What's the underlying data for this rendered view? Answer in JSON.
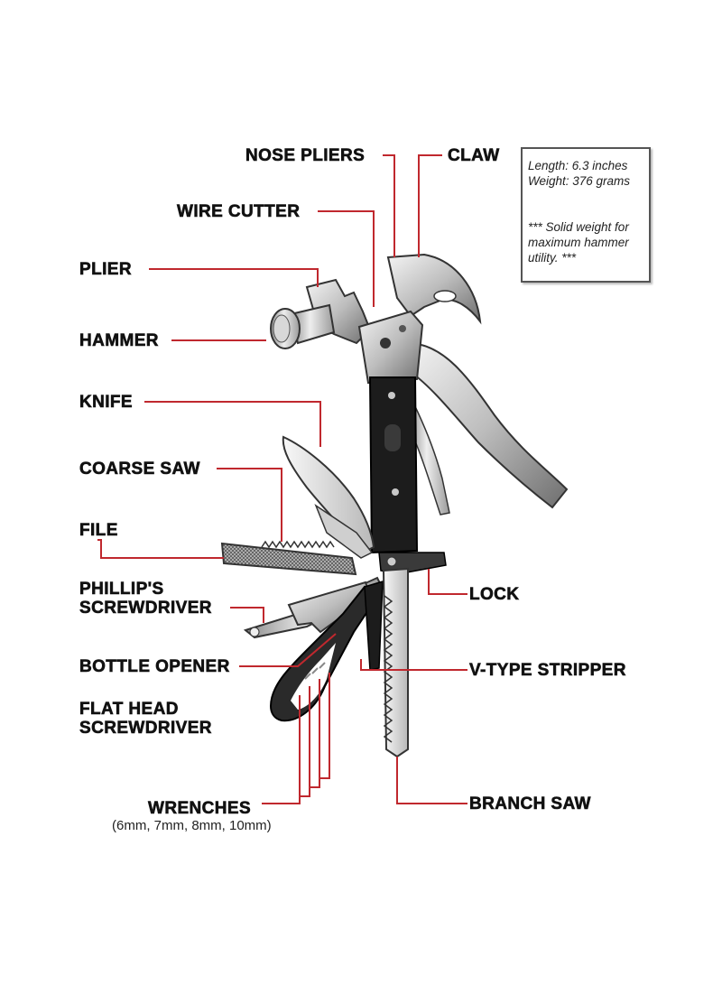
{
  "labels": {
    "nose_pliers": "NOSE PLIERS",
    "claw": "CLAW",
    "wire_cutter": "WIRE CUTTER",
    "plier": "PLIER",
    "hammer": "HAMMER",
    "knife": "KNIFE",
    "coarse_saw": "COARSE SAW",
    "file": "FILE",
    "phillips_line1": "PHILLIP'S",
    "phillips_line2": "SCREWDRIVER",
    "bottle_opener": "BOTTLE OPENER",
    "flat_head_line1": "FLAT HEAD",
    "flat_head_line2": "SCREWDRIVER",
    "wrenches": "WRENCHES",
    "wrenches_sizes": "(6mm, 7mm, 8mm, 10mm)",
    "lock": "LOCK",
    "v_type_stripper": "V-TYPE STRIPPER",
    "branch_saw": "BRANCH SAW"
  },
  "specs": {
    "length": "Length: 6.3 inches",
    "weight": "Weight: 376 grams",
    "note": "*** Solid weight for maximum hammer utility. ***"
  },
  "colors": {
    "leader_line": "#c0282e",
    "label_text": "#111111",
    "steel_light": "#e6e6e6",
    "steel_dark": "#7a7a7a",
    "handle_black": "#1c1c1c"
  }
}
